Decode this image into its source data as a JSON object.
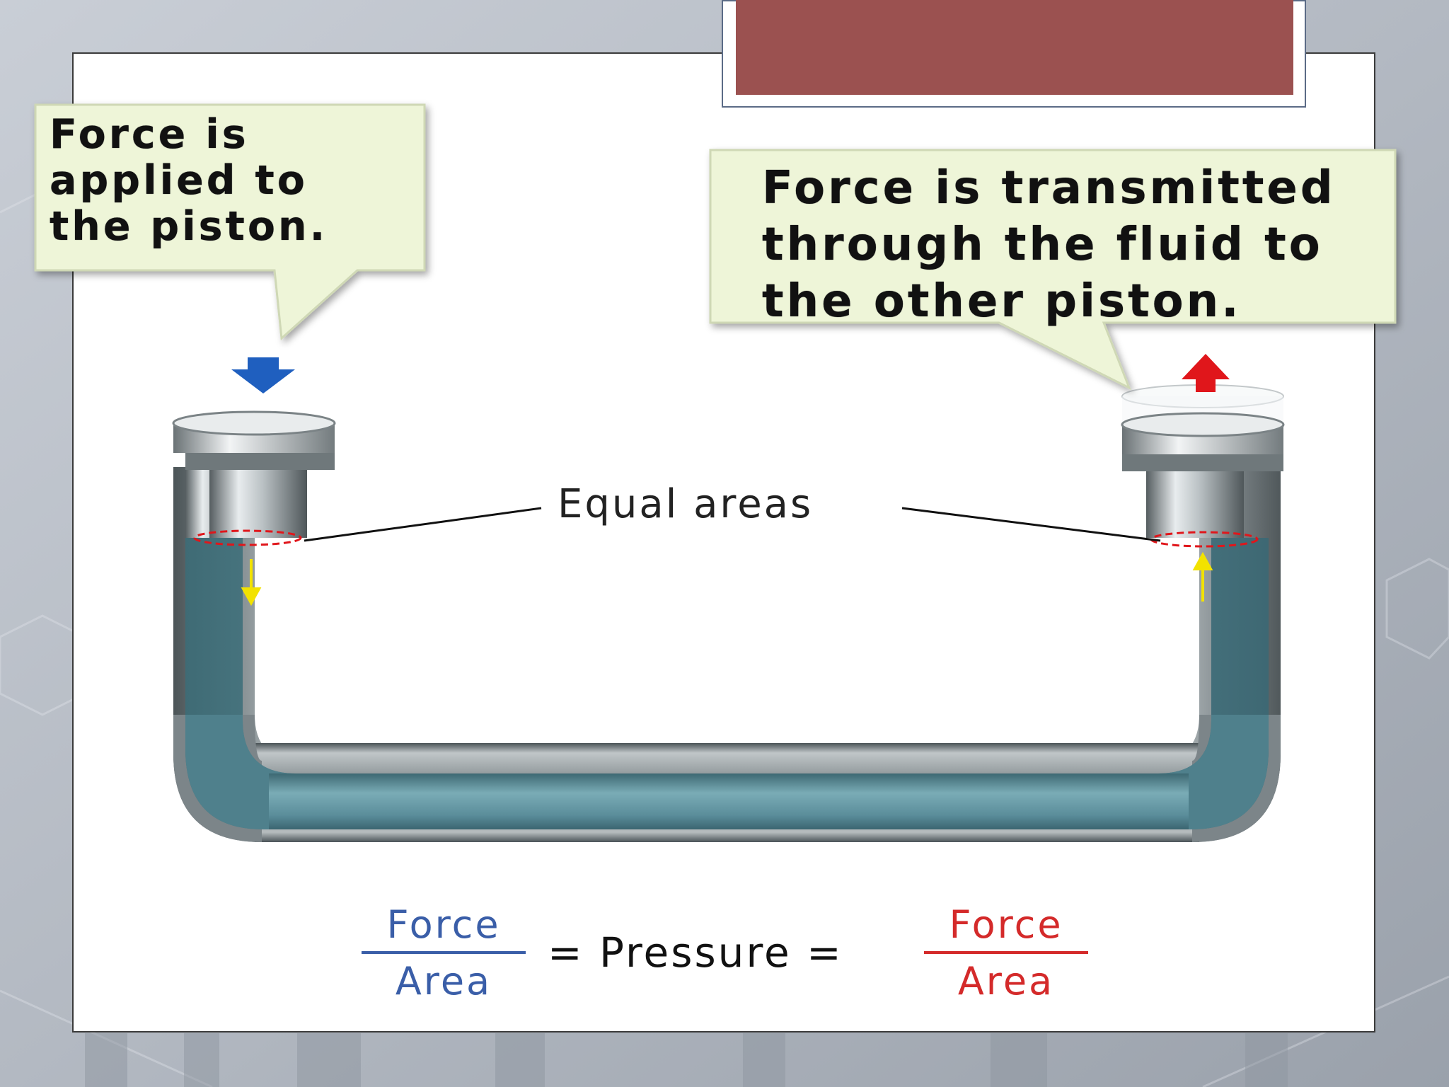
{
  "callouts": {
    "left": "Force is\napplied to\nthe piston.",
    "right": "Force is transmitted\nthrough the fluid to\nthe other piston."
  },
  "label_equal_areas": "Equal areas",
  "equation": {
    "left_numerator": "Force",
    "left_denominator": "Area",
    "middle": "= Pressure =",
    "right_numerator": "Force",
    "right_denominator": "Area"
  },
  "colors": {
    "title_bar": "#9b5150",
    "callout_fill": "#eef5d8",
    "fluid": "#5a8d9a",
    "arrow_down": "#1f5fbf",
    "arrow_up": "#e0161b",
    "small_arrows": "#f2e200",
    "left_equation": "#3a5ea8",
    "right_equation": "#d42a2a"
  }
}
